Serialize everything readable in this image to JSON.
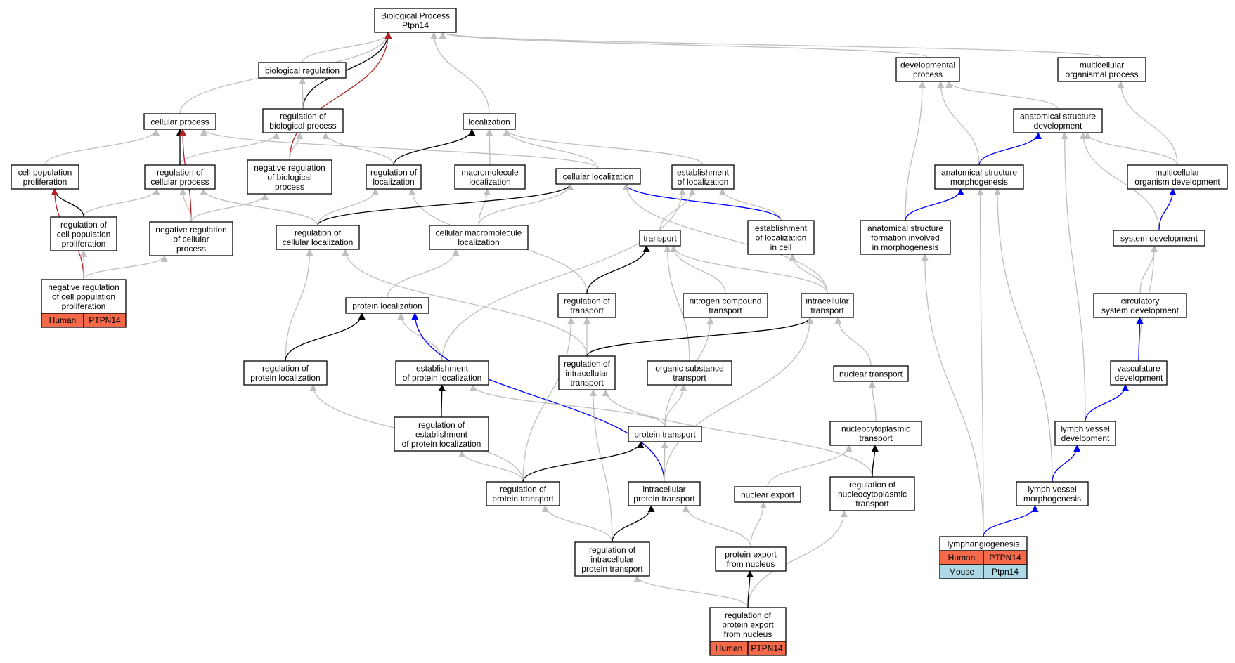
{
  "colors": {
    "gray": "#bfbfbf",
    "black": "#000000",
    "red": "#b22222",
    "blue": "#0000ff",
    "human": "#f4694a",
    "mouse": "#add8e6"
  },
  "nodes": [
    {
      "id": "bp",
      "lines": [
        "Biological Process",
        "Ptpn14"
      ]
    },
    {
      "id": "bioreg",
      "lines": [
        "biological regulation"
      ]
    },
    {
      "id": "devproc",
      "lines": [
        "developmental",
        "process"
      ]
    },
    {
      "id": "multiproc",
      "lines": [
        "multicellular",
        "organismal process"
      ]
    },
    {
      "id": "cellproc",
      "lines": [
        "cellular process"
      ]
    },
    {
      "id": "regbio",
      "lines": [
        "regulation of",
        "biological process"
      ]
    },
    {
      "id": "loc",
      "lines": [
        "localization"
      ]
    },
    {
      "id": "asdev",
      "lines": [
        "anatomical structure",
        "development"
      ]
    },
    {
      "id": "cellpop",
      "lines": [
        "cell population",
        "proliferation"
      ]
    },
    {
      "id": "regcellproc",
      "lines": [
        "regulation of",
        "cellular process"
      ]
    },
    {
      "id": "negregbio",
      "lines": [
        "negative regulation",
        "of biological",
        "process"
      ]
    },
    {
      "id": "regloc",
      "lines": [
        "regulation of",
        "localization"
      ]
    },
    {
      "id": "macroloc",
      "lines": [
        "macromolecule",
        "localization"
      ]
    },
    {
      "id": "cellloc",
      "lines": [
        "cellular localization"
      ]
    },
    {
      "id": "estloc",
      "lines": [
        "establishment",
        "of localization"
      ]
    },
    {
      "id": "asmorph",
      "lines": [
        "anatomical structure",
        "morphogenesis"
      ]
    },
    {
      "id": "multidev",
      "lines": [
        "multicellular",
        "organism development"
      ]
    },
    {
      "id": "regcellpop",
      "lines": [
        "regulation of",
        "cell population",
        "proliferation"
      ]
    },
    {
      "id": "negregcellproc",
      "lines": [
        "negative regulation",
        "of cellular",
        "process"
      ]
    },
    {
      "id": "regcellloc",
      "lines": [
        "regulation of",
        "cellular localization"
      ]
    },
    {
      "id": "cellmacroloc",
      "lines": [
        "cellular macromolecule",
        "localization"
      ]
    },
    {
      "id": "transport",
      "lines": [
        "transport"
      ]
    },
    {
      "id": "estloccell",
      "lines": [
        "establishment",
        "of localization",
        "in cell"
      ]
    },
    {
      "id": "asform",
      "lines": [
        "anatomical structure",
        "formation involved",
        "in morphogenesis"
      ]
    },
    {
      "id": "sysdev",
      "lines": [
        "system development"
      ]
    },
    {
      "id": "negregcellpop",
      "lines": [
        "negative regulation",
        "of cell population",
        "proliferation"
      ],
      "tags": [
        [
          "Human",
          "PTPN14"
        ]
      ]
    },
    {
      "id": "protloc",
      "lines": [
        "protein localization"
      ]
    },
    {
      "id": "regtransport",
      "lines": [
        "regulation of",
        "transport"
      ]
    },
    {
      "id": "nitrotrans",
      "lines": [
        "nitrogen compound",
        "transport"
      ]
    },
    {
      "id": "intratrans",
      "lines": [
        "intracellular",
        "transport"
      ]
    },
    {
      "id": "circdev",
      "lines": [
        "circulatory",
        "system development"
      ]
    },
    {
      "id": "regprotloc",
      "lines": [
        "regulation of",
        "protein localization"
      ]
    },
    {
      "id": "estprotloc",
      "lines": [
        "establishment",
        "of protein localization"
      ]
    },
    {
      "id": "regintratrans",
      "lines": [
        "regulation of",
        "intracellular",
        "transport"
      ]
    },
    {
      "id": "orgsubtrans",
      "lines": [
        "organic substance",
        "transport"
      ]
    },
    {
      "id": "nucleartrans",
      "lines": [
        "nuclear transport"
      ]
    },
    {
      "id": "vascdev",
      "lines": [
        "vasculature",
        "development"
      ]
    },
    {
      "id": "regestprotloc",
      "lines": [
        "regulation of",
        "establishment",
        "of protein localization"
      ]
    },
    {
      "id": "prottrans",
      "lines": [
        "protein transport"
      ]
    },
    {
      "id": "nucleocyto",
      "lines": [
        "nucleocytoplasmic",
        "transport"
      ]
    },
    {
      "id": "lymphdev",
      "lines": [
        "lymph vessel",
        "development"
      ]
    },
    {
      "id": "regprottrans",
      "lines": [
        "regulation of",
        "protein transport"
      ]
    },
    {
      "id": "intraprottrans",
      "lines": [
        "intracellular",
        "protein transport"
      ]
    },
    {
      "id": "nucexport",
      "lines": [
        "nuclear export"
      ]
    },
    {
      "id": "regnucleocyto",
      "lines": [
        "regulation of",
        "nucleocytoplasmic",
        "transport"
      ]
    },
    {
      "id": "lymphmorph",
      "lines": [
        "lymph vessel",
        "morphogenesis"
      ]
    },
    {
      "id": "lymphangio",
      "lines": [
        "lymphangiogenesis"
      ],
      "tags": [
        [
          "Human",
          "PTPN14"
        ],
        [
          "Mouse",
          "Ptpn14"
        ]
      ]
    },
    {
      "id": "regintraprottrans",
      "lines": [
        "regulation of",
        "intracellular",
        "protein transport"
      ]
    },
    {
      "id": "protexport",
      "lines": [
        "protein export",
        "from nucleus"
      ]
    },
    {
      "id": "regprotexport",
      "lines": [
        "regulation of",
        "protein export",
        "from nucleus"
      ],
      "tags": [
        [
          "Human",
          "PTPN14"
        ]
      ]
    }
  ],
  "edges": [
    {
      "from": "bioreg",
      "to": "bp",
      "kind": "gray"
    },
    {
      "from": "cellproc",
      "to": "bp",
      "kind": "gray"
    },
    {
      "from": "regbio",
      "to": "bp",
      "kind": "black"
    },
    {
      "from": "negregbio",
      "to": "bp",
      "kind": "red"
    },
    {
      "from": "loc",
      "to": "bp",
      "kind": "gray"
    },
    {
      "from": "devproc",
      "to": "bp",
      "kind": "gray"
    },
    {
      "from": "multiproc",
      "to": "bp",
      "kind": "gray"
    },
    {
      "from": "regbio",
      "to": "bioreg",
      "kind": "gray"
    },
    {
      "from": "negregbio",
      "to": "regbio",
      "kind": "gray"
    },
    {
      "from": "regcellproc",
      "to": "regbio",
      "kind": "gray"
    },
    {
      "from": "regloc",
      "to": "regbio",
      "kind": "gray"
    },
    {
      "from": "cellpop",
      "to": "cellproc",
      "kind": "gray"
    },
    {
      "from": "regcellproc",
      "to": "cellproc",
      "kind": "black"
    },
    {
      "from": "negregcellproc",
      "to": "cellproc",
      "kind": "red"
    },
    {
      "from": "cellloc",
      "to": "cellproc",
      "kind": "gray"
    },
    {
      "from": "regloc",
      "to": "loc",
      "kind": "black"
    },
    {
      "from": "macroloc",
      "to": "loc",
      "kind": "gray"
    },
    {
      "from": "cellloc",
      "to": "loc",
      "kind": "gray"
    },
    {
      "from": "estloc",
      "to": "loc",
      "kind": "gray"
    },
    {
      "from": "asdev",
      "to": "devproc",
      "kind": "gray"
    },
    {
      "from": "asmorph",
      "to": "devproc",
      "kind": "gray"
    },
    {
      "from": "asform",
      "to": "devproc",
      "kind": "gray"
    },
    {
      "from": "multidev",
      "to": "multiproc",
      "kind": "gray"
    },
    {
      "from": "asmorph",
      "to": "asdev",
      "kind": "blue"
    },
    {
      "from": "multidev",
      "to": "asdev",
      "kind": "gray"
    },
    {
      "from": "sysdev",
      "to": "asdev",
      "kind": "gray"
    },
    {
      "from": "lymphdev",
      "to": "asdev",
      "kind": "gray"
    },
    {
      "from": "regcellpop",
      "to": "cellpop",
      "kind": "black"
    },
    {
      "from": "negregcellpop",
      "to": "cellpop",
      "kind": "red"
    },
    {
      "from": "regcellpop",
      "to": "regcellproc",
      "kind": "gray"
    },
    {
      "from": "negregcellproc",
      "to": "regcellproc",
      "kind": "gray"
    },
    {
      "from": "regcellloc",
      "to": "regcellproc",
      "kind": "gray"
    },
    {
      "from": "negregcellproc",
      "to": "negregbio",
      "kind": "gray"
    },
    {
      "from": "regcellloc",
      "to": "regloc",
      "kind": "gray"
    },
    {
      "from": "regtransport",
      "to": "regloc",
      "kind": "gray"
    },
    {
      "from": "cellmacroloc",
      "to": "macroloc",
      "kind": "gray"
    },
    {
      "from": "regcellloc",
      "to": "cellloc",
      "kind": "black"
    },
    {
      "from": "cellmacroloc",
      "to": "cellloc",
      "kind": "gray"
    },
    {
      "from": "estloccell",
      "to": "cellloc",
      "kind": "blue"
    },
    {
      "from": "intratrans",
      "to": "cellloc",
      "kind": "gray"
    },
    {
      "from": "transport",
      "to": "estloc",
      "kind": "gray"
    },
    {
      "from": "estloccell",
      "to": "estloc",
      "kind": "gray"
    },
    {
      "from": "estprotloc",
      "to": "estloc",
      "kind": "gray"
    },
    {
      "from": "asform",
      "to": "asmorph",
      "kind": "blue"
    },
    {
      "from": "lymphangio",
      "to": "asmorph",
      "kind": "gray"
    },
    {
      "from": "lymphmorph",
      "to": "asmorph",
      "kind": "gray"
    },
    {
      "from": "sysdev",
      "to": "multidev",
      "kind": "blue"
    },
    {
      "from": "negregcellpop",
      "to": "regcellpop",
      "kind": "gray"
    },
    {
      "from": "negregcellpop",
      "to": "negregcellproc",
      "kind": "gray"
    },
    {
      "from": "regprotloc",
      "to": "regcellloc",
      "kind": "gray"
    },
    {
      "from": "regintratrans",
      "to": "regcellloc",
      "kind": "gray"
    },
    {
      "from": "protloc",
      "to": "cellmacroloc",
      "kind": "gray"
    },
    {
      "from": "regtransport",
      "to": "transport",
      "kind": "black"
    },
    {
      "from": "nitrotrans",
      "to": "transport",
      "kind": "gray"
    },
    {
      "from": "intratrans",
      "to": "transport",
      "kind": "gray"
    },
    {
      "from": "orgsubtrans",
      "to": "transport",
      "kind": "gray"
    },
    {
      "from": "intratrans",
      "to": "estloccell",
      "kind": "gray"
    },
    {
      "from": "lymphangio",
      "to": "asform",
      "kind": "gray"
    },
    {
      "from": "circdev",
      "to": "sysdev",
      "kind": "gray"
    },
    {
      "from": "vascdev",
      "to": "sysdev",
      "kind": "gray"
    },
    {
      "from": "regprotloc",
      "to": "protloc",
      "kind": "black"
    },
    {
      "from": "estprotloc",
      "to": "protloc",
      "kind": "gray"
    },
    {
      "from": "intraprottrans",
      "to": "protloc",
      "kind": "blue"
    },
    {
      "from": "regintratrans",
      "to": "regtransport",
      "kind": "gray"
    },
    {
      "from": "regprottrans",
      "to": "regtransport",
      "kind": "gray"
    },
    {
      "from": "prottrans",
      "to": "nitrotrans",
      "kind": "gray"
    },
    {
      "from": "regintratrans",
      "to": "intratrans",
      "kind": "black"
    },
    {
      "from": "nucleartrans",
      "to": "intratrans",
      "kind": "gray"
    },
    {
      "from": "intraprottrans",
      "to": "intratrans",
      "kind": "gray"
    },
    {
      "from": "vascdev",
      "to": "circdev",
      "kind": "blue"
    },
    {
      "from": "regprottrans",
      "to": "regprotloc",
      "kind": "gray"
    },
    {
      "from": "regestprotloc",
      "to": "estprotloc",
      "kind": "black"
    },
    {
      "from": "prottrans",
      "to": "estprotloc",
      "kind": "gray"
    },
    {
      "from": "regintraprottrans",
      "to": "regintratrans",
      "kind": "gray"
    },
    {
      "from": "regnucleocyto",
      "to": "regintratrans",
      "kind": "gray"
    },
    {
      "from": "prottrans",
      "to": "orgsubtrans",
      "kind": "gray"
    },
    {
      "from": "nucleocyto",
      "to": "nucleartrans",
      "kind": "gray"
    },
    {
      "from": "lymphdev",
      "to": "vascdev",
      "kind": "blue"
    },
    {
      "from": "regprottrans",
      "to": "regestprotloc",
      "kind": "gray"
    },
    {
      "from": "regprottrans",
      "to": "prottrans",
      "kind": "black"
    },
    {
      "from": "intraprottrans",
      "to": "prottrans",
      "kind": "gray"
    },
    {
      "from": "nucexport",
      "to": "nucleocyto",
      "kind": "gray"
    },
    {
      "from": "regnucleocyto",
      "to": "nucleocyto",
      "kind": "black"
    },
    {
      "from": "lymphmorph",
      "to": "lymphdev",
      "kind": "blue"
    },
    {
      "from": "regintraprottrans",
      "to": "regprottrans",
      "kind": "gray"
    },
    {
      "from": "regintraprottrans",
      "to": "intraprottrans",
      "kind": "black"
    },
    {
      "from": "protexport",
      "to": "intraprottrans",
      "kind": "gray"
    },
    {
      "from": "protexport",
      "to": "nucexport",
      "kind": "gray"
    },
    {
      "from": "regprotexport",
      "to": "regnucleocyto",
      "kind": "gray"
    },
    {
      "from": "lymphangio",
      "to": "lymphmorph",
      "kind": "blue"
    },
    {
      "from": "regprotexport",
      "to": "regintraprottrans",
      "kind": "gray"
    },
    {
      "from": "regprotexport",
      "to": "protexport",
      "kind": "black"
    }
  ]
}
